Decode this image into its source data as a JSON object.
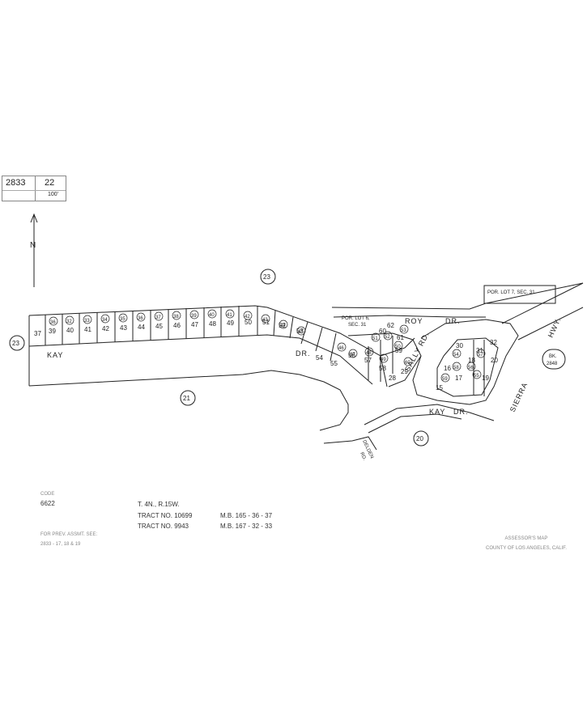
{
  "header": {
    "book": "2833",
    "page": "22",
    "scale": "100'"
  },
  "north_label": "N",
  "adjacent_pages": [
    "23",
    "23",
    "21",
    "20"
  ],
  "adjacent_book": {
    "label": "BK.",
    "number": "2848"
  },
  "streets": {
    "kay_dr": "KAY",
    "kay_dr_suffix": "DR.",
    "kay_dr_east": "KAY",
    "kay_dr_east_suffix": "DR.",
    "roy_dr": "ROY",
    "roy_dr_suffix": "DR.",
    "sally_rd": "SALLY RD.",
    "sierra_hwy": "SIERRA",
    "sierra_hwy_suffix": "HWY.",
    "delden_rd": "DELDEN",
    "delden_rd_suffix": "RD."
  },
  "portions": {
    "lot7": "POR. LOT 7, SEC. 31",
    "lot6_line1": "POR. LOT 6,",
    "lot6_line2": "SEC. 31"
  },
  "lots_top_row": [
    "37",
    "39",
    "40",
    "41",
    "42",
    "43",
    "44",
    "45",
    "46",
    "47",
    "48",
    "49",
    "50",
    "51",
    "52",
    "53"
  ],
  "parcels_top_row": [
    "36",
    "32",
    "33",
    "34",
    "35",
    "36",
    "37",
    "38",
    "39",
    "40",
    "41",
    "42",
    "43",
    "44",
    "45"
  ],
  "lots_east": [
    "54",
    "55",
    "56",
    "57",
    "58",
    "59",
    "60",
    "61",
    "62",
    "30",
    "31",
    "32",
    "15",
    "16",
    "17",
    "18",
    "19",
    "20",
    "28",
    "29"
  ],
  "parcels_east": [
    "46",
    "47",
    "48",
    "49",
    "50",
    "51",
    "52",
    "53",
    "54",
    "55",
    "56",
    "57",
    "58",
    "59",
    "60"
  ],
  "footer": {
    "code_label": "CODE",
    "code": "6622",
    "township": "T. 4N., R.15W.",
    "tract1": "TRACT NO. 10699",
    "tract1_ref": "M.B. 165 - 36 - 37",
    "tract2": "TRACT NO. 9943",
    "tract2_ref": "M.B. 167 - 32 - 33",
    "prev_label": "FOR PREV. ASSMT. SEE:",
    "prev_ref": "2833 - 17, 18 & 19",
    "assessor_line1": "ASSESSOR'S MAP",
    "assessor_line2": "COUNTY OF LOS ANGELES, CALIF."
  }
}
